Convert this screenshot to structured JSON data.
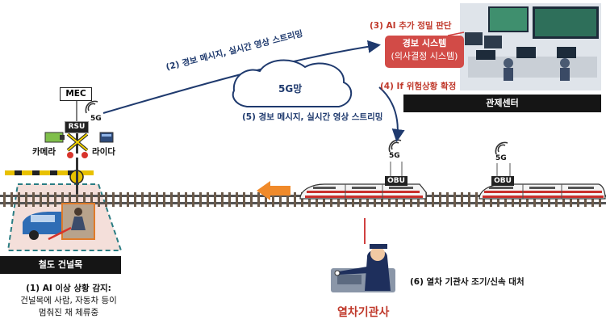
{
  "mec": {
    "label": "MEC"
  },
  "rsu": {
    "label": "RSU",
    "signal": "5G"
  },
  "sensors": {
    "camera": "카메라",
    "lidar": "라이다"
  },
  "network": {
    "cloud_label": "5G망",
    "step2": "(2) 경보 메시지,  실시간 영상 스트리밍",
    "step5": "(5) 경보 메시지, 실시간 영상 스트리밍"
  },
  "control_center": {
    "step3": "(3) AI 추가 정밀 판단",
    "alarm_title": "경보 시스템",
    "alarm_sub": "(의사결정 시스템)",
    "step4": "(4) If 위험상황 확정",
    "name": "관제센터"
  },
  "trains": [
    {
      "obu": "OBU",
      "signal": "5G"
    },
    {
      "obu": "OBU",
      "signal": "5G"
    }
  ],
  "crossing": {
    "name": "철도 건널목",
    "step1_title": "(1) AI 이상 상황 감지:",
    "step1_line1": "건널목에 사람, 자동차 등이",
    "step1_line2": "멈춰진 채 체류중"
  },
  "driver": {
    "step6": "(6) 열차 기관사 조기/신속 대처",
    "label": "열차기관사"
  },
  "colors": {
    "alert_red": "#c0392b",
    "arrow_blue": "#1f3a6e",
    "train_red": "#c9302c",
    "direction_orange": "#f08a2a"
  }
}
